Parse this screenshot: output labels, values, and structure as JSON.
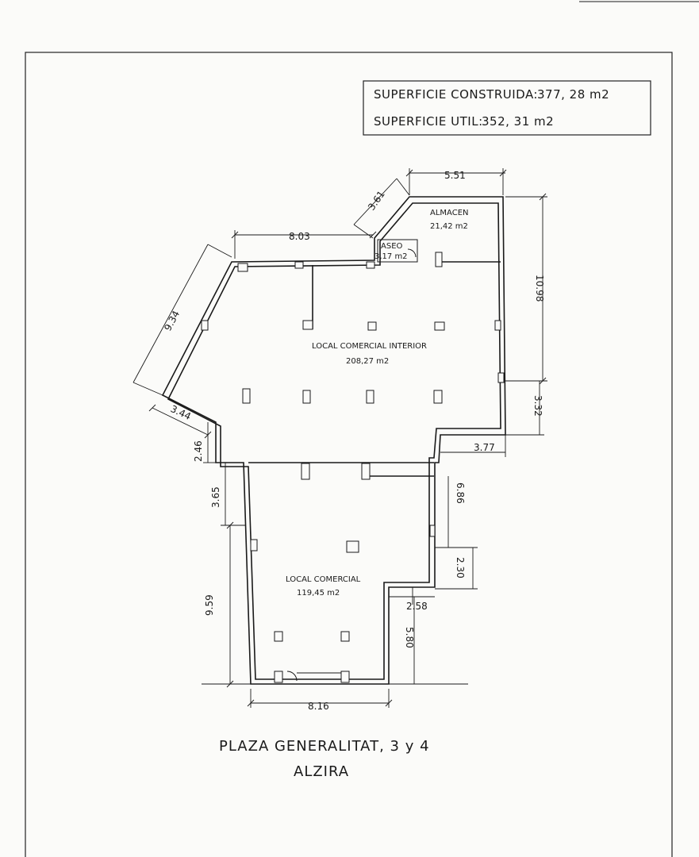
{
  "summary": {
    "built_area_label": "SUPERFICIE CONSTRUIDA:",
    "built_area_value": "377, 28 m2",
    "useful_area_label": "SUPERFICIE UTIL:",
    "useful_area_value": "352, 31 m2"
  },
  "rooms": {
    "almacen": {
      "name": "ALMACEN",
      "area": "21,42 m2"
    },
    "aseo": {
      "name": "ASEO",
      "area": "3,17 m2"
    },
    "interior": {
      "name": "LOCAL COMERCIAL INTERIOR",
      "area": "208,27 m2"
    },
    "local": {
      "name": "LOCAL COMERCIAL",
      "area": "119,45 m2"
    }
  },
  "dimensions": {
    "top_store": "5.51",
    "diag_store": "3.61",
    "top_left": "8.03",
    "diag_left": "9.34",
    "right_upper": "10.98",
    "right_step": "3.32",
    "step_right": "3.77",
    "diag_lower": "3.44",
    "left_small": "2.46",
    "left_mid": "3.65",
    "right_lower": "6.86",
    "right_step2": "2.30",
    "step_right2": "2.58",
    "left_bottom": "9.59",
    "right_bottom": "5.80",
    "bottom_width": "8.16"
  },
  "title": {
    "line1": "PLAZA GENERALITAT, 3 y 4",
    "line2": "ALZIRA"
  }
}
